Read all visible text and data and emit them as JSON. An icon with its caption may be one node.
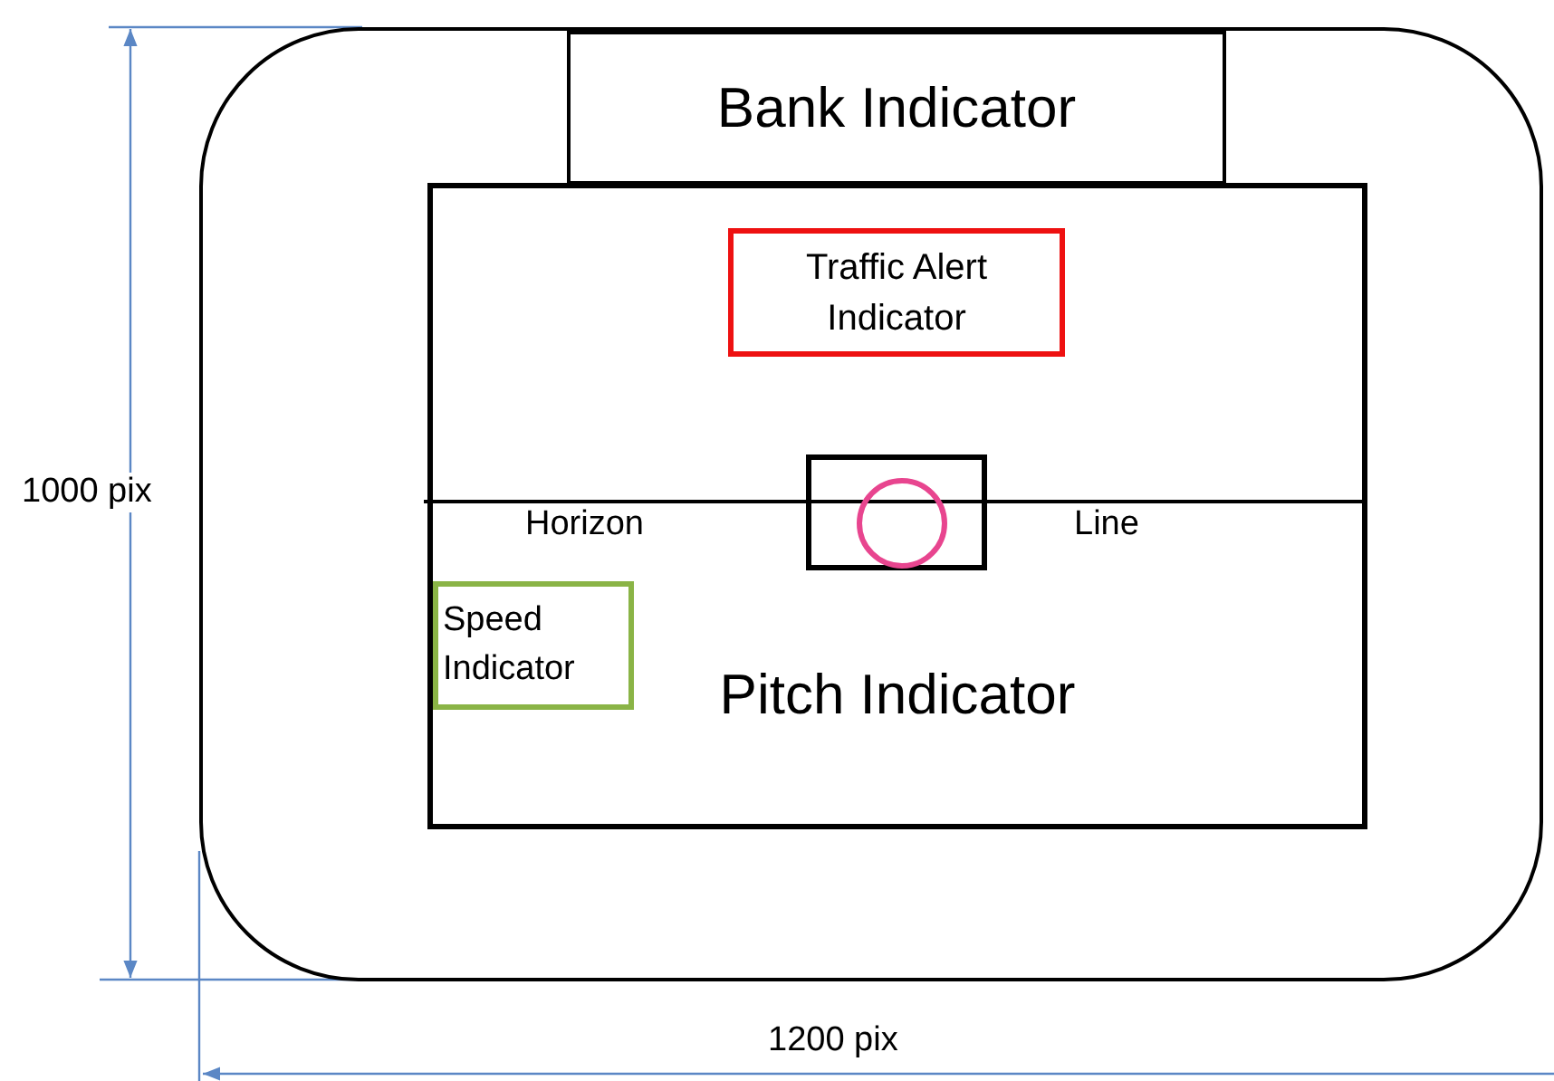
{
  "diagram": {
    "nodes": [
      {
        "text": [],
        "shape": "box"
      },
      {
        "text": [
          "Bank Indicator"
        ],
        "in": 0
      },
      {
        "text": [
          "Pitch Indicator"
        ],
        "in": 0
      },
      {
        "text": [
          "Traffic Alert Indicator"
        ],
        "in": 2
      },
      {
        "text": [
          "Speed Indicator"
        ],
        "in": 2
      },
      {
        "text": [],
        "shape": "box",
        "in": 2
      },
      {
        "text": [],
        "shape": "circle",
        "in": 5
      }
    ],
    "labels": [
      "1000 pix",
      "Horizon",
      "Line",
      "1200 pix"
    ]
  }
}
